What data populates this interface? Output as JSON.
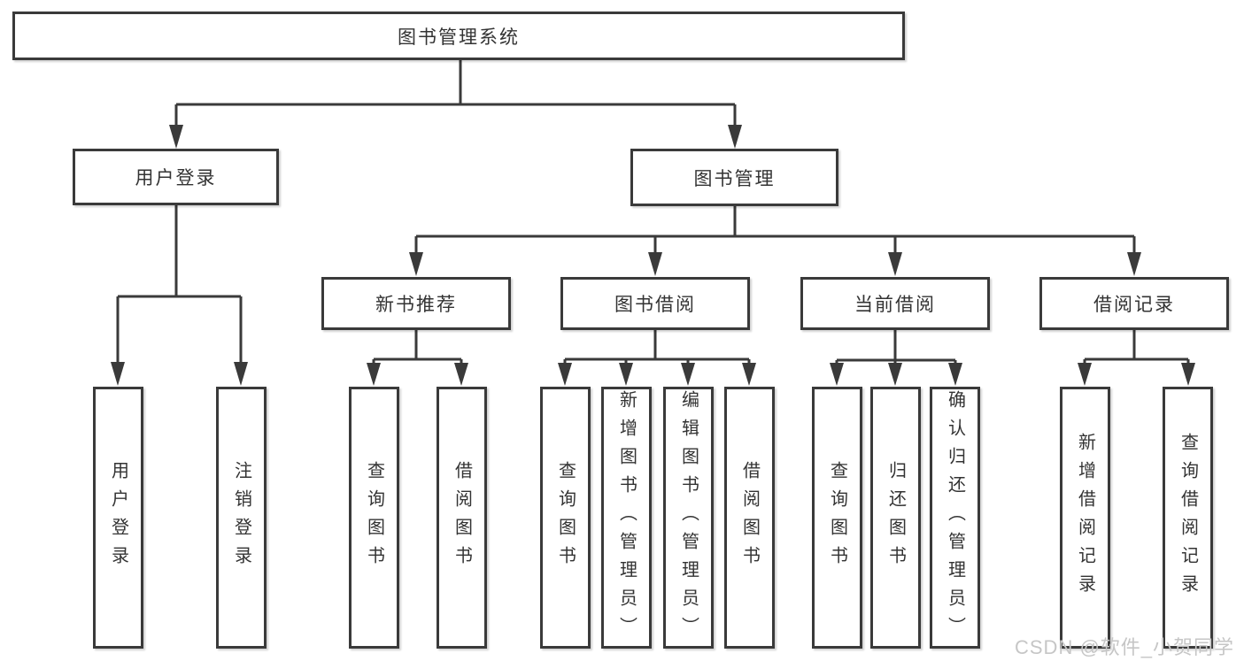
{
  "tree": {
    "root": "图书管理系统",
    "children": [
      {
        "label": "用户登录",
        "children": [
          "用户登录",
          "注销登录"
        ]
      },
      {
        "label": "图书管理",
        "children": [
          {
            "label": "新书推荐",
            "children": [
              "查询图书",
              "借阅图书"
            ]
          },
          {
            "label": "图书借阅",
            "children": [
              "查询图书",
              "新增图书（管理员）",
              "编辑图书（管理员）",
              "借阅图书"
            ]
          },
          {
            "label": "当前借阅",
            "children": [
              "查询图书",
              "归还图书",
              "确认归还（管理员）"
            ]
          },
          {
            "label": "借阅记录",
            "children": [
              "新增借阅记录",
              "查询借阅记录"
            ]
          }
        ]
      }
    ]
  },
  "watermark": {
    "text": "CSDN @软件_小贺同学"
  },
  "colors": {
    "line": "#3a3a3a",
    "box_border": "#3a3a3a",
    "box_fill": "#ffffff",
    "text": "#333333",
    "watermark": "#c6c6c6",
    "background": "#ffffff"
  }
}
